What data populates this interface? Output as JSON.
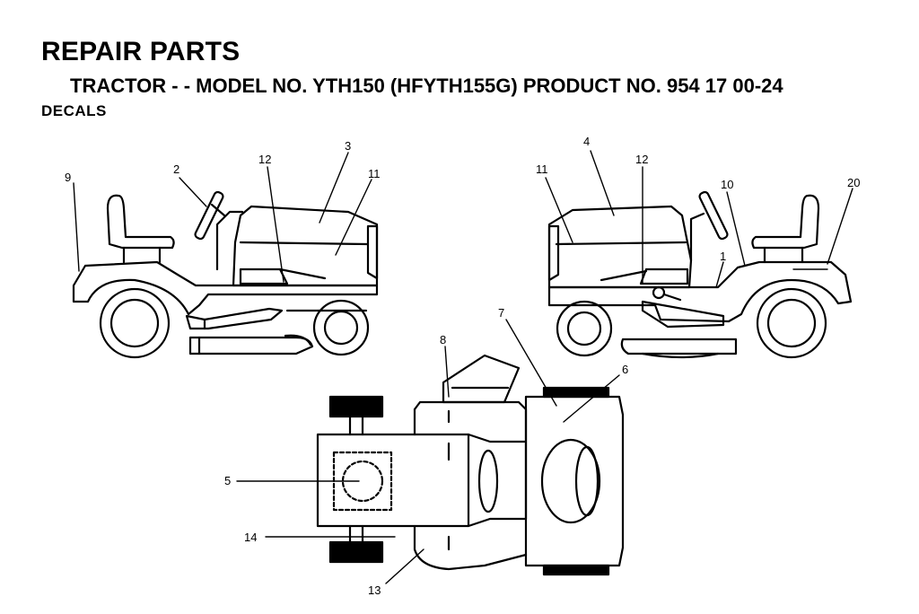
{
  "header": {
    "title": "REPAIR PARTS",
    "subtitle": "TRACTOR - - MODEL NO. YTH150 (HFYTH155G) PRODUCT NO. 954 17 00-24",
    "section": "DECALS"
  },
  "callouts": {
    "left_view": [
      "9",
      "2",
      "12",
      "3",
      "11"
    ],
    "right_view": [
      "4",
      "11",
      "12",
      "10",
      "20",
      "1"
    ],
    "top_view": [
      "8",
      "7",
      "6",
      "5",
      "14",
      "13"
    ]
  }
}
